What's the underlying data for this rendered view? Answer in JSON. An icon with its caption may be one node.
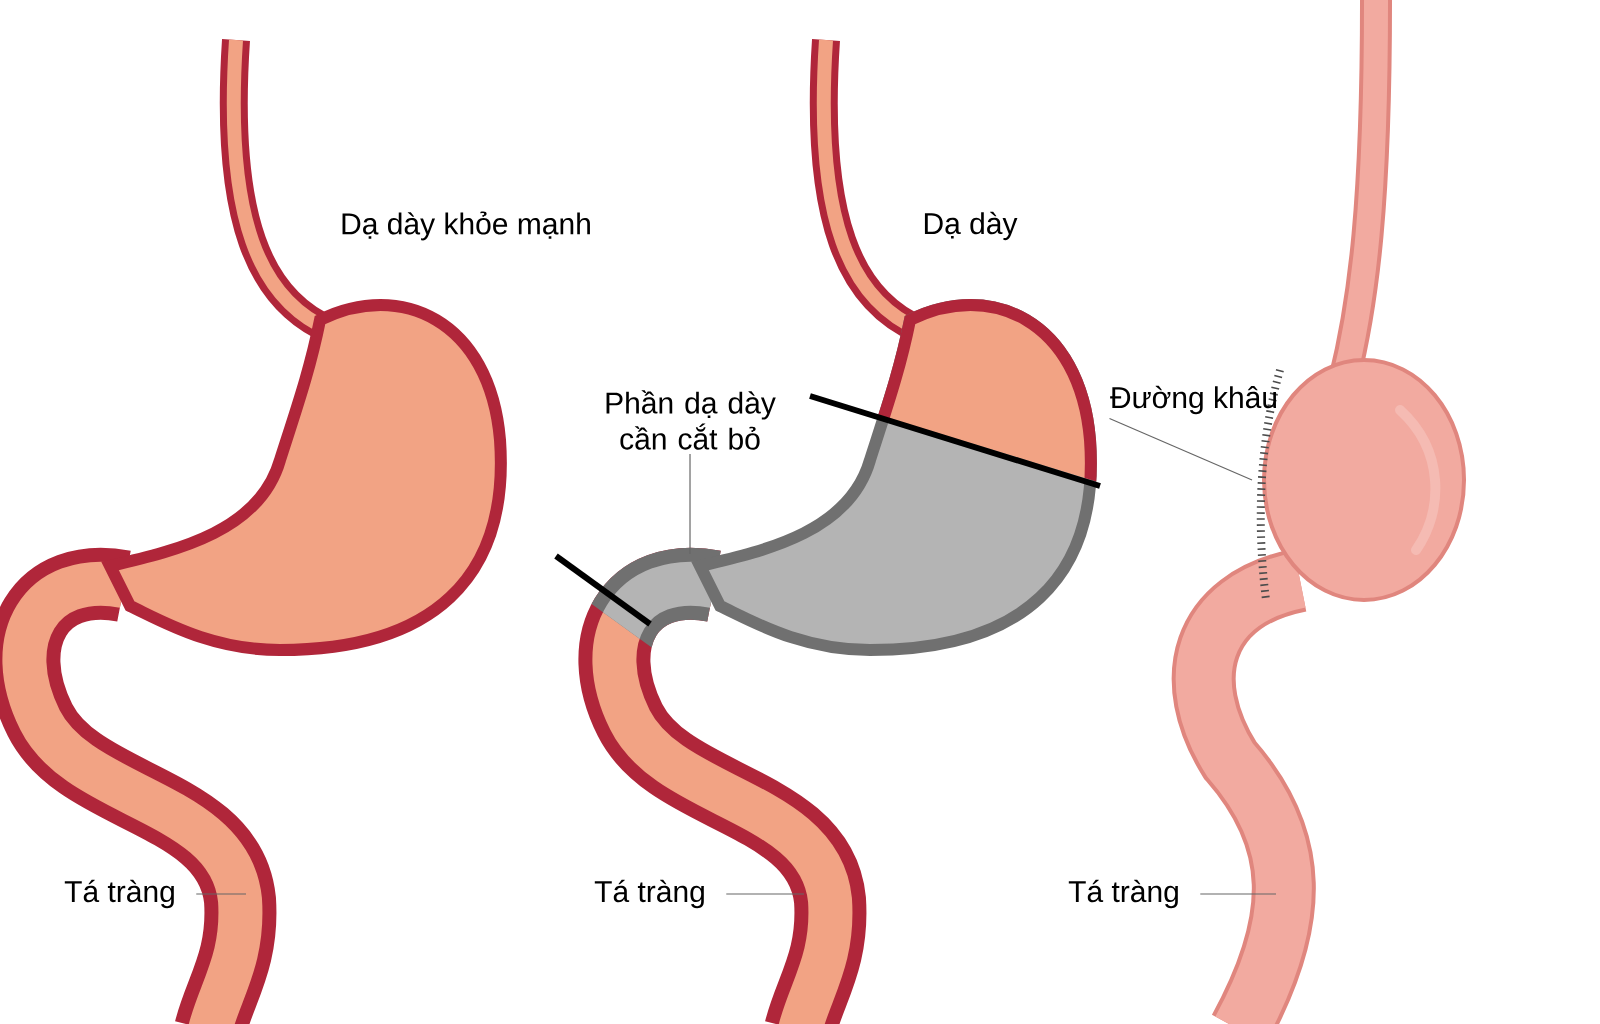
{
  "diagram": {
    "nodes": [
      {
        "text": [
          "Phần dạ dày cần cắt bỏ"
        ]
      },
      {
        "text": [
          "Đường khâu"
        ]
      },
      {
        "text": [
          "Tá tràng"
        ]
      },
      {
        "text": [
          "Tá tràng"
        ]
      },
      {
        "text": [
          "Tá tràng"
        ]
      }
    ],
    "edges": [
      {
        "from": 0,
        "to": null,
        "arrow": "none"
      },
      {
        "from": 1,
        "to": null,
        "arrow": "none"
      },
      {
        "from": 2,
        "to": null,
        "arrow": "none"
      },
      {
        "from": 3,
        "to": null,
        "arrow": "none"
      },
      {
        "from": 4,
        "to": null,
        "arrow": "none"
      }
    ],
    "labels": [
      "Dạ dày khỏe mạnh",
      "Dạ dày"
    ]
  }
}
